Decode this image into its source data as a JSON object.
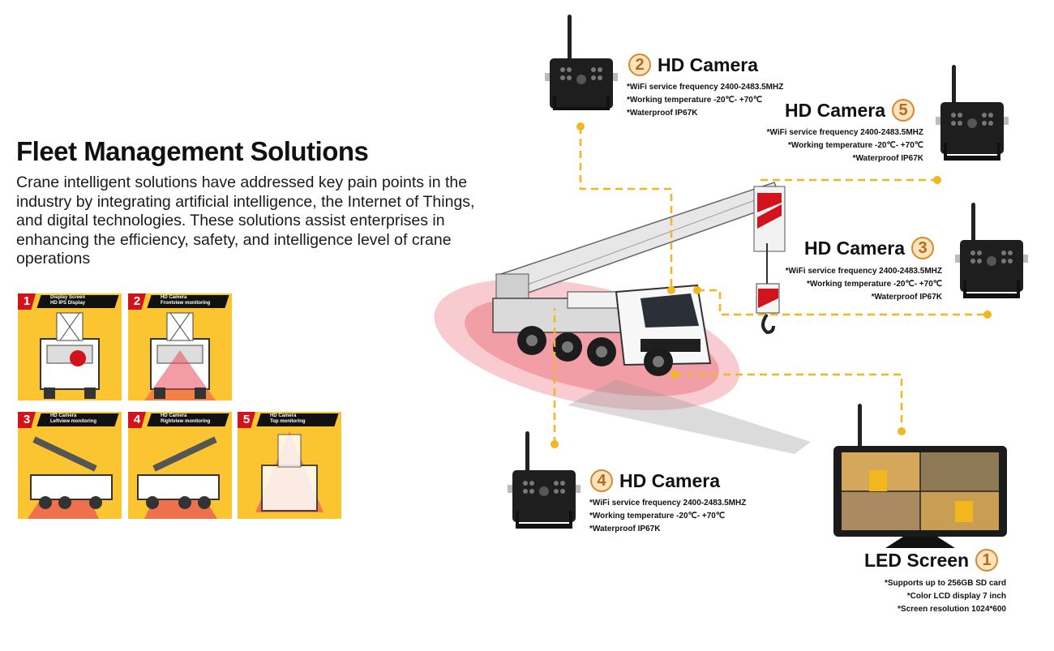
{
  "intro": {
    "title": "Fleet Management Solutions",
    "description": "Crane intelligent solutions have addressed key pain points in the industry by integrating artificial intelligence, the Internet of Things, and digital technologies. These solutions assist enterprises in enhancing the efficiency, safety, and intelligence level of crane operations"
  },
  "thumbnails": [
    {
      "number": "1",
      "line1": "Display Screen",
      "line2": "HD IPS Display"
    },
    {
      "number": "2",
      "line1": "HD Camera",
      "line2": "Frontview monitoring"
    },
    {
      "number": "3",
      "line1": "HD Camera",
      "line2": "Leftview monitoring"
    },
    {
      "number": "4",
      "line1": "HD Camera",
      "line2": "Rightview monitoring"
    },
    {
      "number": "5",
      "line1": "HD Camera",
      "line2": "Top monitoring"
    }
  ],
  "components": [
    {
      "number": "2",
      "title": "HD Camera",
      "specs": [
        "*WiFi service frequency 2400-2483.5MHZ",
        "*Working temperature -20℃- +70℃",
        "*Waterproof IP67K"
      ]
    },
    {
      "number": "5",
      "title": "HD Camera",
      "specs": [
        "*WiFi service frequency 2400-2483.5MHZ",
        "*Working temperature -20℃- +70℃",
        "*Waterproof IP67K"
      ]
    },
    {
      "number": "3",
      "title": "HD Camera",
      "specs": [
        "*WiFi service frequency 2400-2483.5MHZ",
        "*Working temperature -20℃- +70℃",
        "*Waterproof IP67K"
      ]
    },
    {
      "number": "4",
      "title": "HD Camera",
      "specs": [
        "*WiFi service frequency 2400-2483.5MHZ",
        "*Working temperature -20℃- +70℃",
        "*Waterproof IP67K"
      ]
    },
    {
      "number": "1",
      "title": "LED Screen",
      "specs": [
        "*Supports up to 256GB SD card",
        "*Color LCD display 7 inch",
        "*Screen resolution 1024*600"
      ]
    }
  ],
  "colors": {
    "accent_yellow": "#f2b61e",
    "thumb_yellow": "#fbc531",
    "badge_red": "#d3131b",
    "zone_red": "#e94b5a",
    "badge_orange": "#d8892c"
  },
  "icons": [
    "wifi-camera-icon",
    "monitor-icon",
    "crane-truck-icon"
  ]
}
